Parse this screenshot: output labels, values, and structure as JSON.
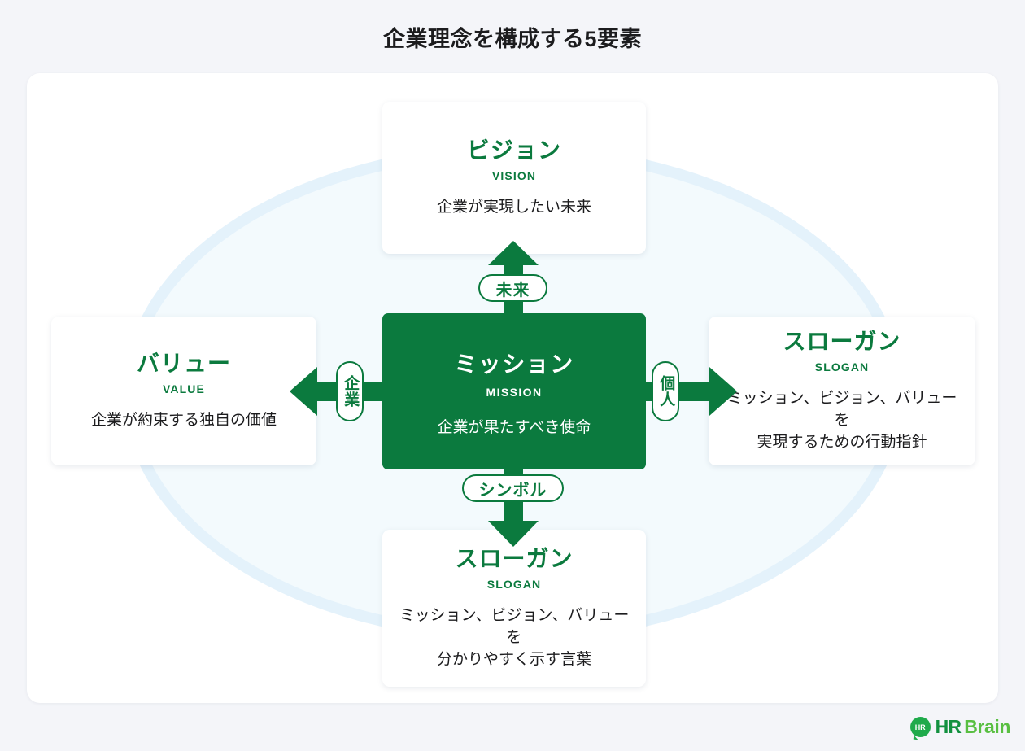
{
  "page": {
    "title": "企業理念を構成する5要素",
    "background_color": "#f4f5f9",
    "accent_green": "#0b7a3e",
    "ellipse_fill": "#f3fafd",
    "ellipse_ring": "#e4f2fb"
  },
  "center": {
    "title": "ミッション",
    "subtitle": "MISSION",
    "description": "企業が果たすべき使命"
  },
  "cards": {
    "vision": {
      "title": "ビジョン",
      "subtitle": "VISION",
      "description": "企業が実現したい未来"
    },
    "value": {
      "title": "バリュー",
      "subtitle": "VALUE",
      "description": "企業が約束する独自の価値"
    },
    "slogan_right": {
      "title": "スローガン",
      "subtitle": "SLOGAN",
      "description_line1": "ミッション、ビジョン、バリューを",
      "description_line2": "実現するための行動指針"
    },
    "slogan_bottom": {
      "title": "スローガン",
      "subtitle": "SLOGAN",
      "description_line1": "ミッション、ビジョン、バリューを",
      "description_line2": "分かりやすく示す言葉"
    }
  },
  "connectors": {
    "up": {
      "label": "未来",
      "direction": "up"
    },
    "down": {
      "label": "シンボル",
      "direction": "down"
    },
    "left": {
      "label": "企業",
      "direction": "left"
    },
    "right": {
      "label": "個人",
      "direction": "right"
    }
  },
  "logo": {
    "mark_text": "HR",
    "name_part1": "HR",
    "name_part2": "Brain",
    "color_dark": "#12913f",
    "color_light": "#59bf42"
  }
}
